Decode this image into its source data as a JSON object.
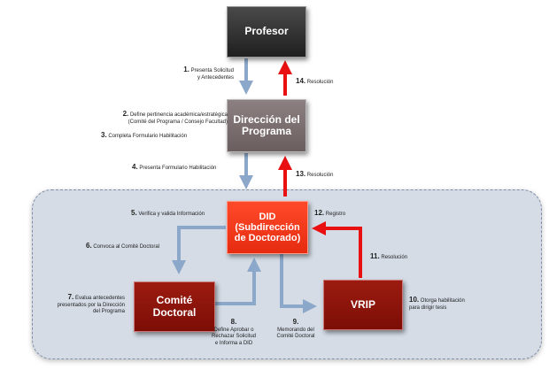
{
  "boxes": {
    "profesor": "Profesor",
    "direccion": "Dirección del Programa",
    "did_title": "DID",
    "did_sub": "(Subdirección de Doctorado)",
    "comite": "Comité Doctoral",
    "vrip": "VRIP"
  },
  "steps": {
    "s1": {
      "num": "1.",
      "text": "Presenta Solicitud",
      "text2": "y Antecedentes"
    },
    "s2": {
      "num": "2.",
      "text": "Define pertinencia académica/estratégica",
      "text2": "(Comité del Programa / Consejo Facultad)"
    },
    "s3": {
      "num": "3.",
      "text": "Completa Formulario Habilitación"
    },
    "s4": {
      "num": "4.",
      "text": "Presenta Formulario Habilitación"
    },
    "s5": {
      "num": "5.",
      "text": "Verifica y valida Información"
    },
    "s6": {
      "num": "6.",
      "text": "Convoca al Comité Doctoral"
    },
    "s7": {
      "num": "7.",
      "text": "Evalua antecedentes",
      "text2": "presentados por la Dirección",
      "text3": "del Programa"
    },
    "s8": {
      "num": "8.",
      "text": "Define Aprobar o",
      "text2": "Rechazar Solicitud",
      "text3": "e Informa a DID"
    },
    "s9": {
      "num": "9.",
      "text": "Memorando del",
      "text2": "Comité Doctoral"
    },
    "s10": {
      "num": "10.",
      "text": "Otorga habilitación",
      "text2": "para dirigir tesis"
    },
    "s11": {
      "num": "11.",
      "text": "Resolución"
    },
    "s12": {
      "num": "12.",
      "text": "Registro"
    },
    "s13": {
      "num": "13.",
      "text": "Resolución"
    },
    "s14": {
      "num": "14.",
      "text": "Resolución"
    }
  },
  "colors": {
    "blue_arrow": "#8ba7c9",
    "red_arrow": "#e81010",
    "region_bg": "#d5dce6"
  }
}
